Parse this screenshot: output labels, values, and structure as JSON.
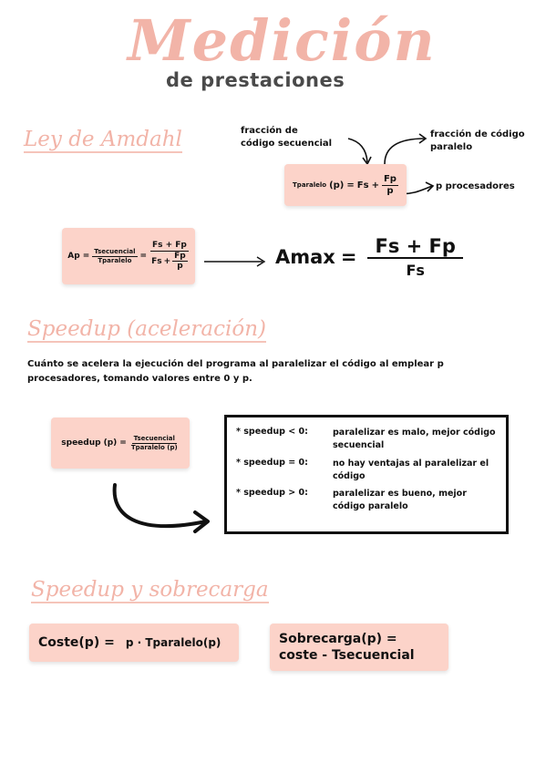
{
  "title": {
    "main": "Medición",
    "sub": "de prestaciones"
  },
  "sections": {
    "amdahl": {
      "heading": "Ley de Amdahl",
      "annotations": {
        "sequential": "fracción de\ncódigo secuencial",
        "parallel": "fracción de código\nparalelo",
        "processors": "p procesadores"
      },
      "formula": {
        "lhs": "Tparalelo",
        "arg": "(p)",
        "eq": "=",
        "fs": "Fs",
        "plus": "+",
        "fp": "Fp",
        "p": "p"
      },
      "ap_formula": {
        "lhs": "Ap",
        "eq": "=",
        "num1": "Tsecuencial",
        "den1": "Tparalelo",
        "eq2": "=",
        "num2": "Fs + Fp",
        "den2_a": "Fs",
        "den2_plus": "+",
        "den2_fp": "Fp",
        "den2_p": "p"
      },
      "amax": {
        "lhs": "Amax",
        "eq": "=",
        "num": "Fs + Fp",
        "den": "Fs"
      }
    },
    "speedup": {
      "heading": "Speedup (aceleración)",
      "description": "Cuánto se acelera la ejecución del programa al paralelizar el código al emplear p procesadores, tomando valores entre 0 y p.",
      "formula": {
        "lhs": "speedup",
        "arg": "(p)",
        "eq": "=",
        "num": "Tsecuencial",
        "den": "Tparalelo (p)"
      },
      "rules": [
        {
          "cond": "* speedup < 0:",
          "text": "paralelizar es malo, mejor código secuencial"
        },
        {
          "cond": "* speedup = 0:",
          "text": "no hay ventajas al paralelizar el código"
        },
        {
          "cond": "* speedup > 0:",
          "text": "paralelizar es bueno, mejor código paralelo"
        }
      ]
    },
    "overhead": {
      "heading": "Speedup y sobrecarga",
      "cost": {
        "lhs": "Coste(p) =",
        "rhs": "p · Tparalelo(p)"
      },
      "overhead": {
        "line1": "Sobrecarga(p) =",
        "line2": "coste - Tsecuencial"
      }
    }
  },
  "colors": {
    "accent": "#f2b4a8",
    "box": "#fcd3c9",
    "subtitle": "#4a4a4a"
  }
}
